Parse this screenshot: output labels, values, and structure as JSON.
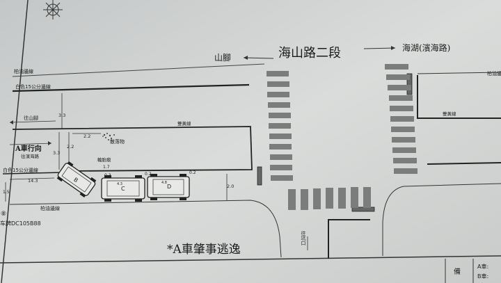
{
  "road": {
    "main_name": "海山路二段",
    "left_direction": "山腳",
    "right_direction": "海湖(濱海路)",
    "down_direction": "往坑口",
    "asphalt_edge_top": "柏油邊線",
    "asphalt_edge_bottom": "柏油邊線",
    "asphalt_edge_right": "柏油邊",
    "white_line_top": "白色15公分邊線",
    "white_line_bottom": "白色15公分邊線",
    "double_yellow_left": "雙黃線",
    "double_yellow_right": "雙黃線",
    "to_shanjiao": "往山腳",
    "direction_title": "A車行向",
    "direction_sub": "往濱海路"
  },
  "measurements": {
    "m1": "3.3",
    "m2": "2.2",
    "m3": "2.2",
    "m4": "3.3",
    "m5": "14.3",
    "m6": "1.7",
    "m7": "0.3",
    "m8": "0.2",
    "m9": "0.2",
    "m10": "2.0",
    "m11": "1.5",
    "m12": "4.8",
    "m13": "4.3"
  },
  "labels": {
    "debris": "散落物",
    "tire_mark": "輪胎痕",
    "vehicle_b": "B",
    "vehicle_c": "C",
    "vehicle_d": "D",
    "point_marker": "⑧",
    "code": "DC105B88",
    "code_prefix": "车牌",
    "hit_and_run": "*A車肇事逃逸"
  },
  "legend": {
    "heading": "備",
    "row_a": "A車:",
    "row_b": "B車:"
  }
}
